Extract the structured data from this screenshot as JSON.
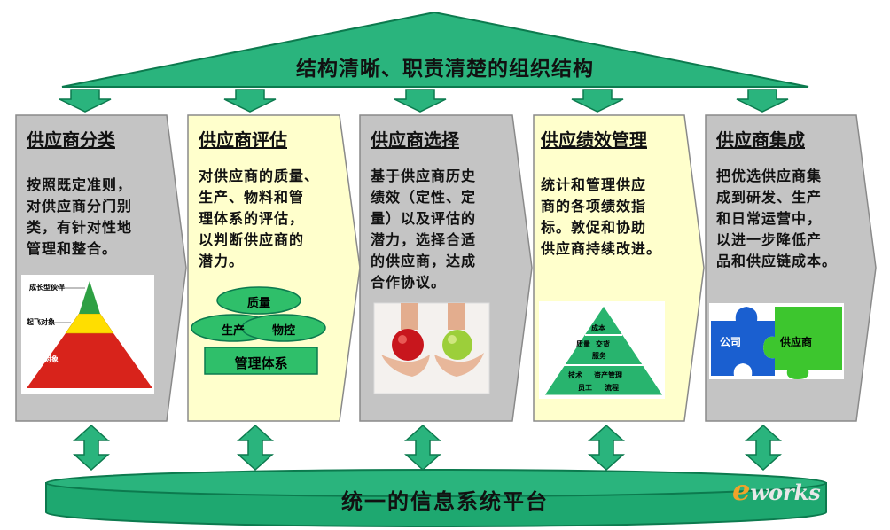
{
  "roof": {
    "title": "结构清晰、职责清楚的组织结构"
  },
  "base": {
    "title": "统一的信息系统平台"
  },
  "columns": [
    {
      "title": "供应商分类",
      "text": [
        "按照既定准则，",
        "对供应商分门别",
        "类，有针对性地",
        "管理和整合。"
      ]
    },
    {
      "title": "供应商评估",
      "text": [
        "对供应商的质量、",
        "生产、物料和管",
        "理体系的评估，",
        "以判断供应商的",
        "潜力。"
      ]
    },
    {
      "title": "供应商选择",
      "text": [
        "基于供应商历史",
        "绩效（定性、定",
        "量）以及评估的",
        "潜力，选择合适",
        "的供应商，达成",
        "合作协议。"
      ]
    },
    {
      "title": "供应绩效管理",
      "text": [
        "统计和管理供应",
        "商的各项绩效指",
        "标。敦促和协助",
        "供应商持续改进。"
      ]
    },
    {
      "title": "供应商集成",
      "text": [
        "把优选供应商集",
        "成到研发、生产",
        "和日常运营中，",
        "以进一步降低产",
        "品和供应链成本。"
      ]
    }
  ],
  "pyramid": {
    "labels": [
      "成长型伙伴",
      "起飞对象",
      "淘汰对象"
    ]
  },
  "evaluation": {
    "quality": "质量",
    "production": "生产",
    "materials": "物控",
    "management": "管理体系"
  },
  "performance_pyramid": {
    "top": "成本",
    "middle": [
      "质量",
      "交货",
      "服务"
    ],
    "bottom": [
      "技术",
      "资产管理",
      "员工",
      "流程"
    ]
  },
  "puzzle": {
    "left": "公司",
    "right": "供应商"
  },
  "watermark": {
    "prefix": "e",
    "rest": "works"
  },
  "colors": {
    "green": "#27b07a",
    "green_dark": "#0c7a4e",
    "gray": "#bfbfbf",
    "yellow": "#ffffcc",
    "puzzle_blue": "#1a5fd0",
    "puzzle_green": "#3dc62e"
  }
}
